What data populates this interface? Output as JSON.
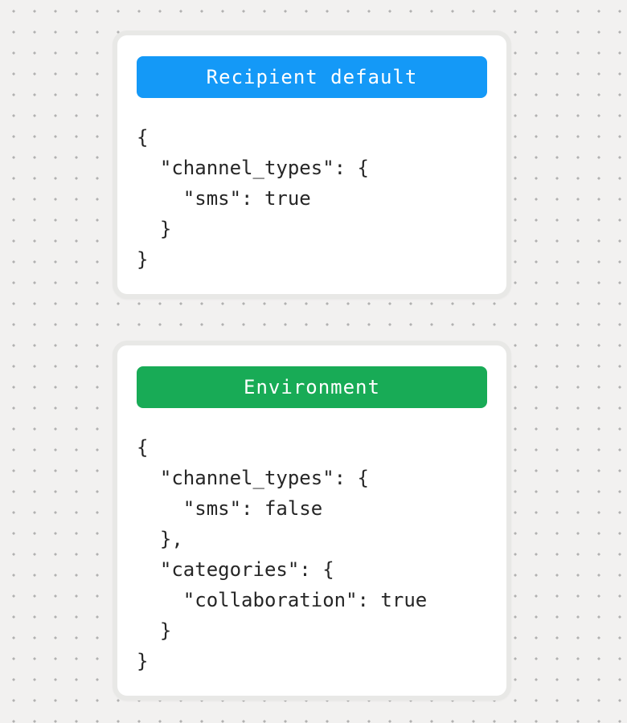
{
  "page": {
    "background_color": "#f2f1f0",
    "dot_color": "#b1b1b1"
  },
  "cards": [
    {
      "title": "Recipient default",
      "title_bg": "#1499f7",
      "code_lines": [
        "{",
        "  \"channel_types\": {",
        "    \"sms\": true",
        "  }",
        "}"
      ]
    },
    {
      "title": "Environment",
      "title_bg": "#18ab56",
      "code_lines": [
        "{",
        "  \"channel_types\": {",
        "    \"sms\": false",
        "  },",
        "  \"categories\": {",
        "    \"collaboration\": true",
        "  }",
        "}"
      ]
    }
  ]
}
